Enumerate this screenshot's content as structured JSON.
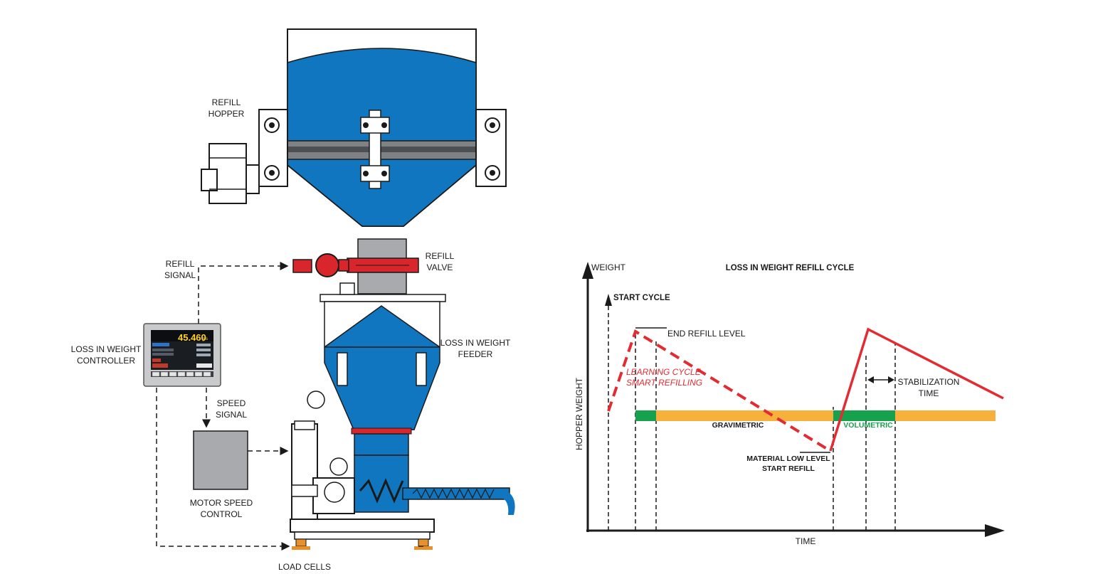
{
  "labels": {
    "refill_hopper": [
      "REFILL",
      "HOPPER"
    ],
    "refill_signal": [
      "REFILL",
      "SIGNAL"
    ],
    "refill_valve": [
      "REFILL",
      "VALVE"
    ],
    "controller": [
      "LOSS IN WEIGHT",
      "CONTROLLER"
    ],
    "feeder": [
      "LOSS IN WEIGHT",
      "FEEDER"
    ],
    "speed_signal": [
      "SPEED",
      "SIGNAL"
    ],
    "motor_speed": [
      "MOTOR SPEED",
      "CONTROL"
    ],
    "load_cells": "LOAD CELLS"
  },
  "controller_display": {
    "reading": "45.460",
    "unit": "g/s"
  },
  "chart": {
    "title": "LOSS IN WEIGHT REFILL CYCLE",
    "y_axis_top": "WEIGHT",
    "y_axis_label": "HOPPER WEIGHT",
    "x_axis_label": "TIME",
    "start_cycle": "START CYCLE",
    "end_refill_level": "END REFILL LEVEL",
    "learning_cycle": [
      "LEARNING CYCLE",
      "SMART REFILLING"
    ],
    "stabilization_time": [
      "STABILIZATION",
      "TIME"
    ],
    "gravimetric": "GRAVIMETRIC",
    "volumetric": "VOLUMETRIC",
    "material_low_level": [
      "MATERIAL LOW LEVEL",
      "START REFILL"
    ]
  },
  "colors": {
    "hopper_blue": "#1076bf",
    "valve_red": "#d8262c",
    "gravimetric_orange": "#f8b03d",
    "volumetric_green": "#16a14d",
    "cycle_red": "#e32b32",
    "body_gray": "#a8aaad",
    "metal_gray": "#bfc1c3"
  }
}
